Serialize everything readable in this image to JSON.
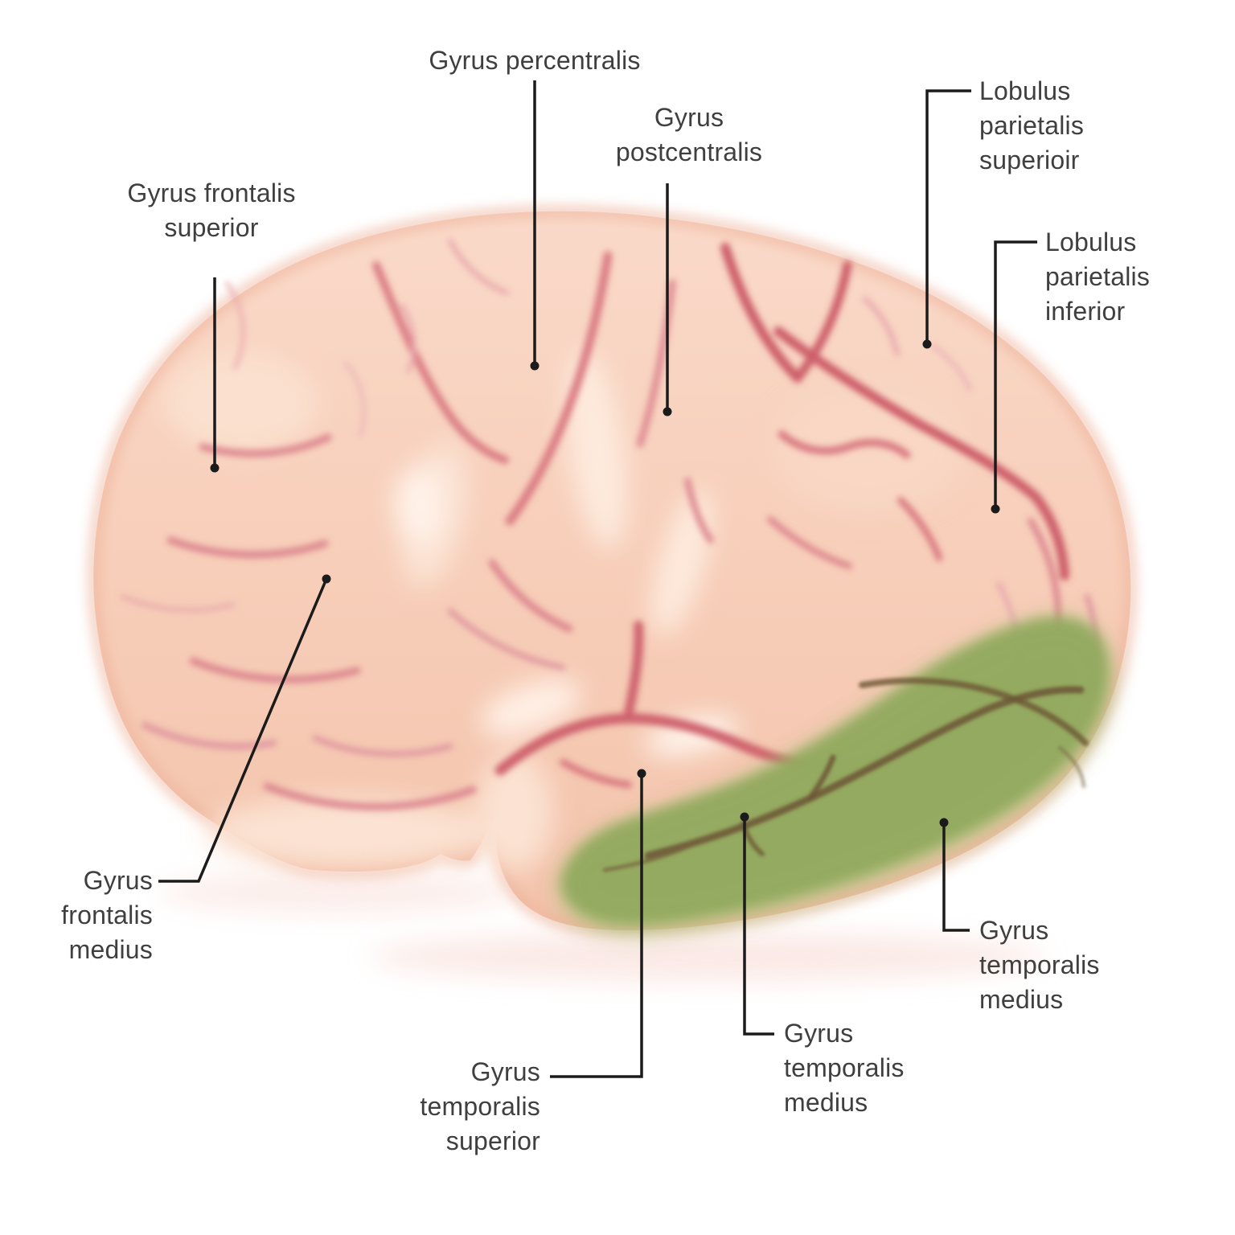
{
  "figure": {
    "type": "anatomical-diagram",
    "subject": "Brain, lateral view with labeled gyri and lobules",
    "background_color": "#ffffff"
  },
  "annotations": [
    {
      "id": "gyrus-precentralis",
      "lines": [
        "Gyrus percentralis"
      ]
    },
    {
      "id": "gyrus-postcentralis",
      "lines": [
        "Gyrus",
        "postcentralis"
      ]
    },
    {
      "id": "gyrus-frontalis-superior",
      "lines": [
        "Gyrus frontalis",
        "superior"
      ]
    },
    {
      "id": "lobulus-parietalis-superior",
      "lines": [
        "Lobulus",
        "parietalis",
        "superioir"
      ]
    },
    {
      "id": "lobulus-parietalis-inferior",
      "lines": [
        "Lobulus",
        "parietalis",
        "inferior"
      ]
    },
    {
      "id": "gyrus-frontalis-medius",
      "lines": [
        "Gyrus",
        "frontalis",
        "medius"
      ]
    },
    {
      "id": "gyrus-temporalis-superior",
      "lines": [
        "Gyrus",
        "temporalis",
        "superior"
      ]
    },
    {
      "id": "gyrus-temporalis-medius-center",
      "lines": [
        "Gyrus",
        "temporalis",
        "medius"
      ]
    },
    {
      "id": "gyrus-temporalis-medius-right",
      "lines": [
        "Gyrus",
        "temporalis",
        "medius"
      ]
    }
  ],
  "colors": {
    "label_text": "#3f3f3f",
    "leader_line": "#1b1b1b",
    "brain_fill_light": "#fad9c9",
    "brain_fill_deep": "#f3c3ab",
    "brain_rim": "#edb199",
    "sulcus_pink": "#db7e85",
    "sulcus_dark_pink": "#cd5f6b",
    "highlight_region_green": "#93a95f",
    "region_sulcus_brown": "#6d5636",
    "region_fringe_green": "#a4c276"
  }
}
